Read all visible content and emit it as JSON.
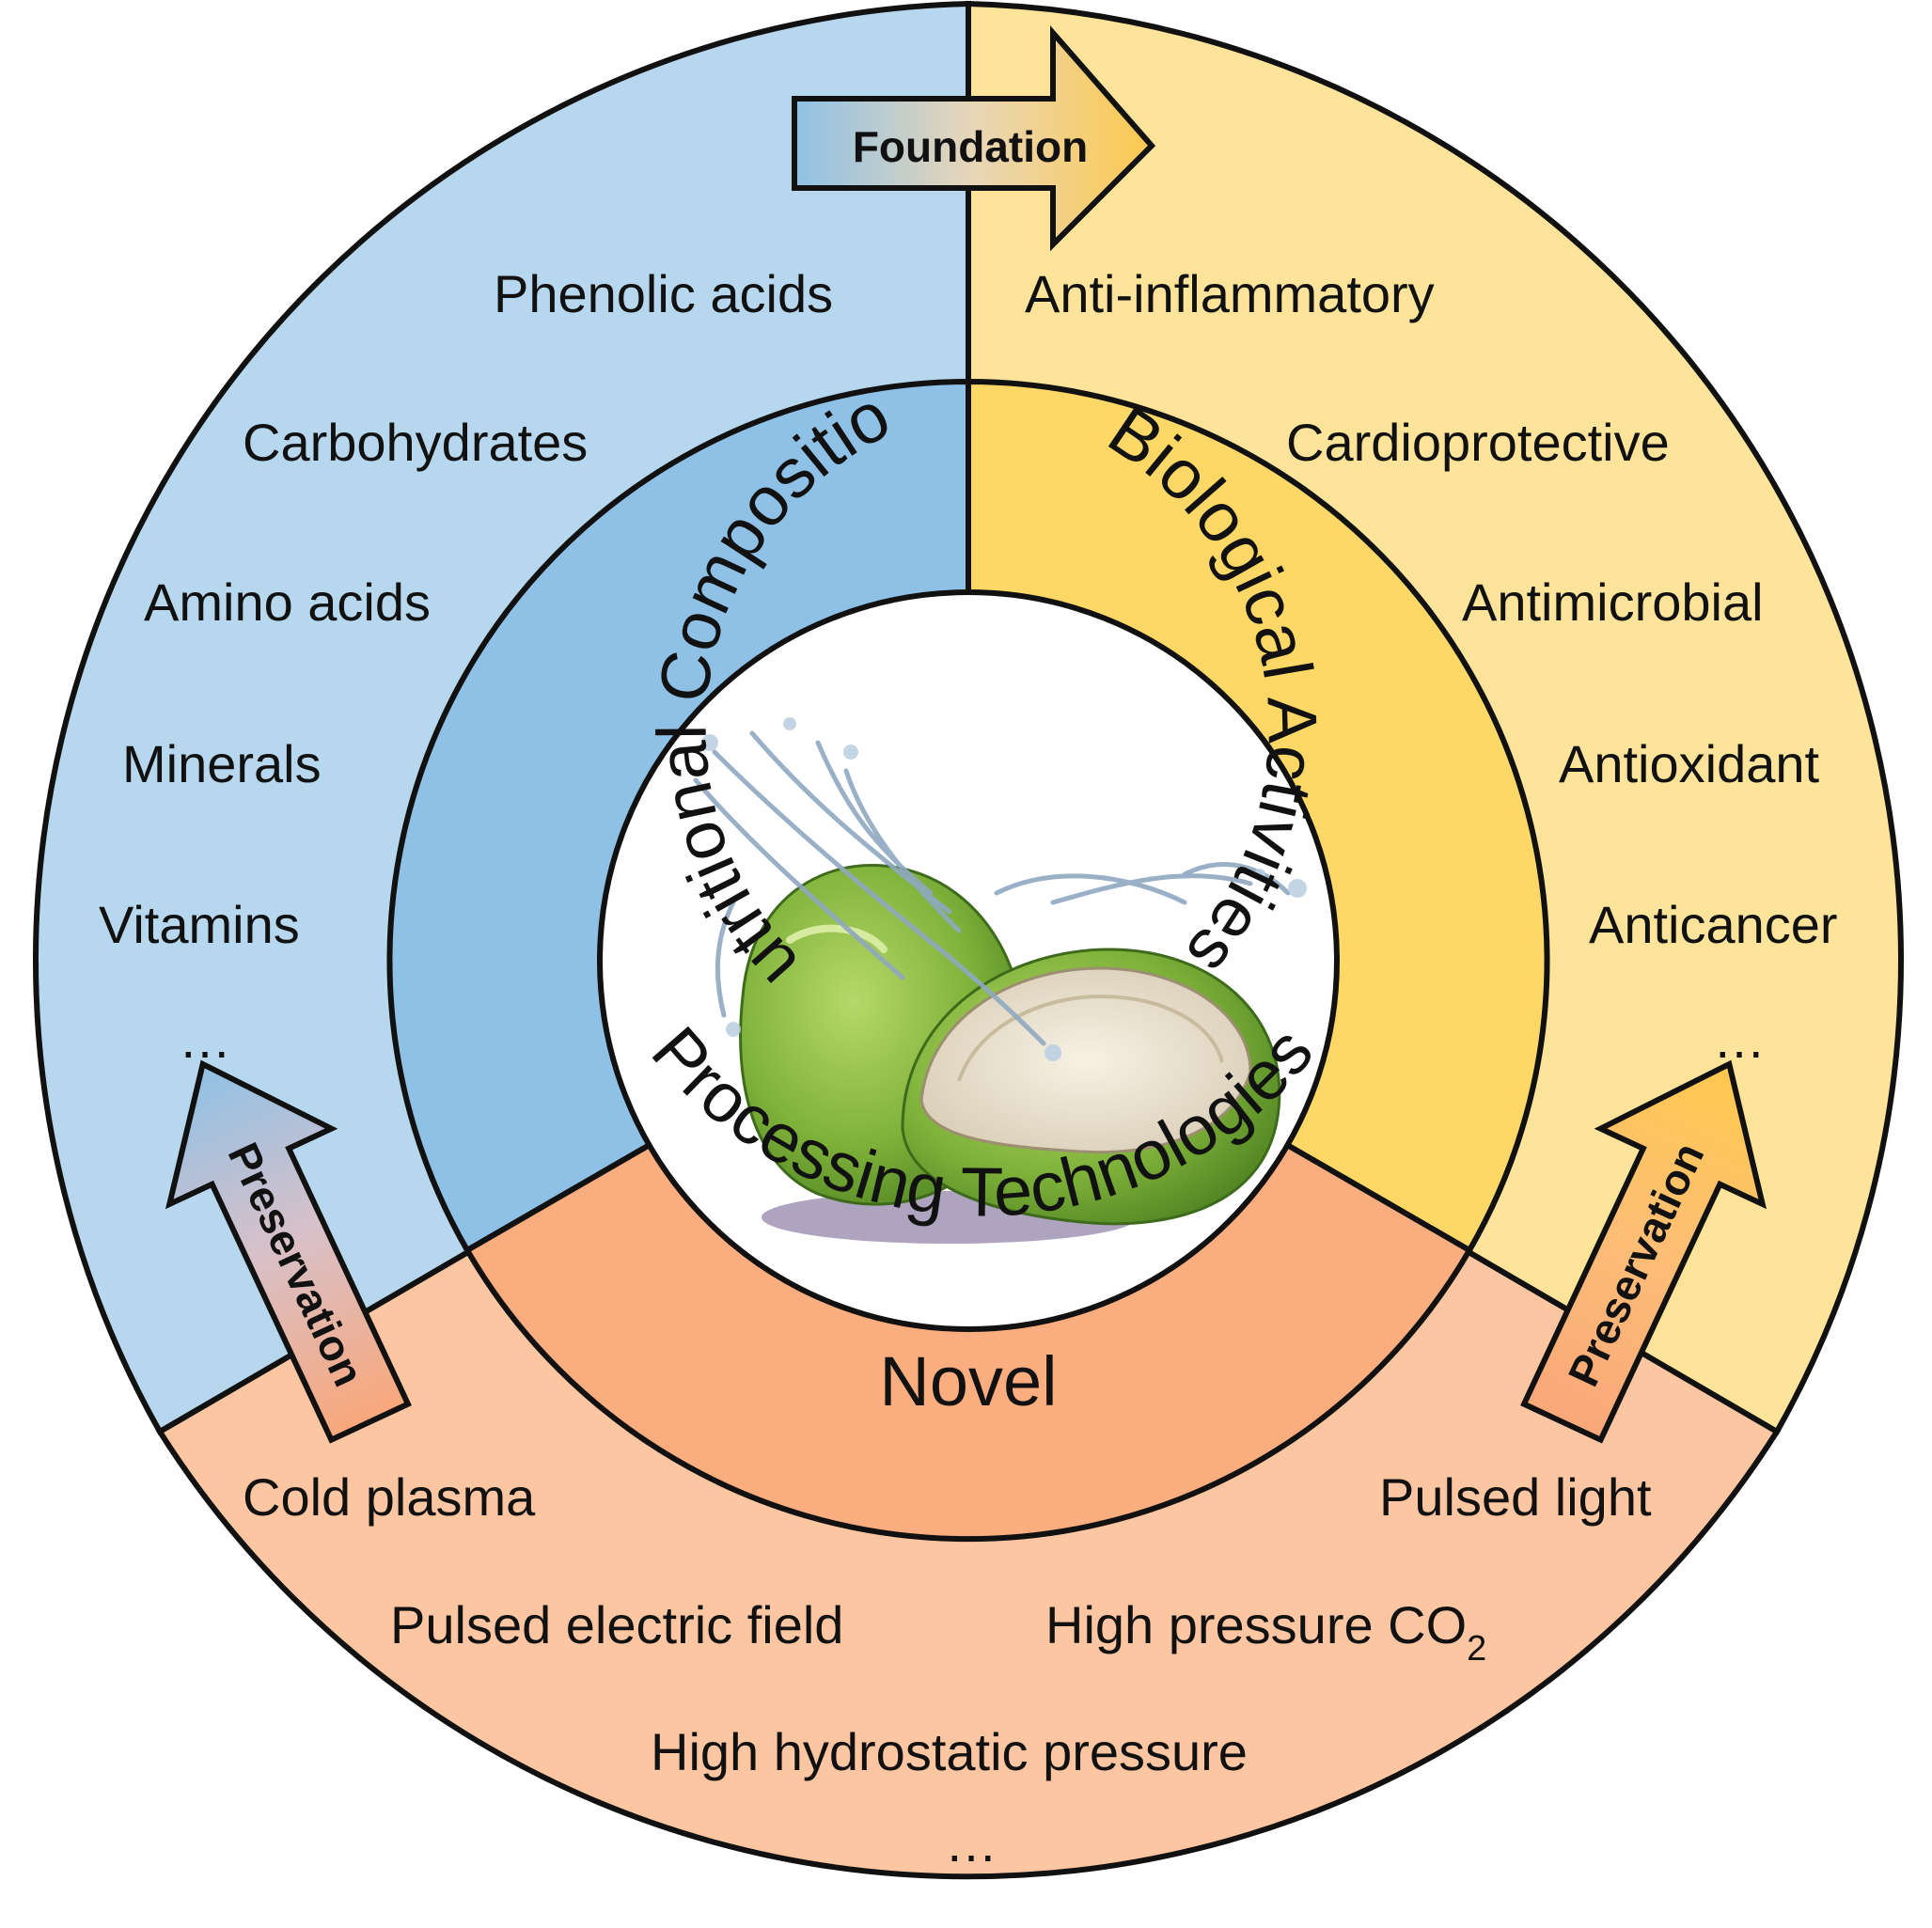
{
  "colors": {
    "outer_blue": "#B7D7EE",
    "inner_blue": "#8FC1E6",
    "outer_yellow": "#FDE49A",
    "inner_yellow": "#FDD866",
    "outer_orange": "#FCC6A2",
    "inner_orange": "#FAAD7F",
    "outline": "#111111"
  },
  "center_image": {
    "icon": "coconut-water-splash-icon"
  },
  "segments": {
    "nutritional": {
      "title": "Nutritional Composition",
      "items": [
        "Phenolic acids",
        "Carbohydrates",
        "Amino acids",
        "Minerals",
        "Vitamins",
        "…"
      ]
    },
    "biological": {
      "title": "Biological Activities",
      "items": [
        "Anti-inflammatory",
        "Cardioprotective",
        "Antimicrobial",
        "Antioxidant",
        "Anticancer",
        "…"
      ]
    },
    "processing": {
      "title_line1": "Novel",
      "title_line2": "Processing Technologies",
      "items": [
        "Cold plasma",
        "Pulsed light",
        "Pulsed electric field",
        "High pressure CO",
        "2",
        "High hydrostatic pressure",
        "…"
      ]
    }
  },
  "arrows": {
    "top": "Foundation",
    "left": "Preservation",
    "right": "Preservation"
  }
}
